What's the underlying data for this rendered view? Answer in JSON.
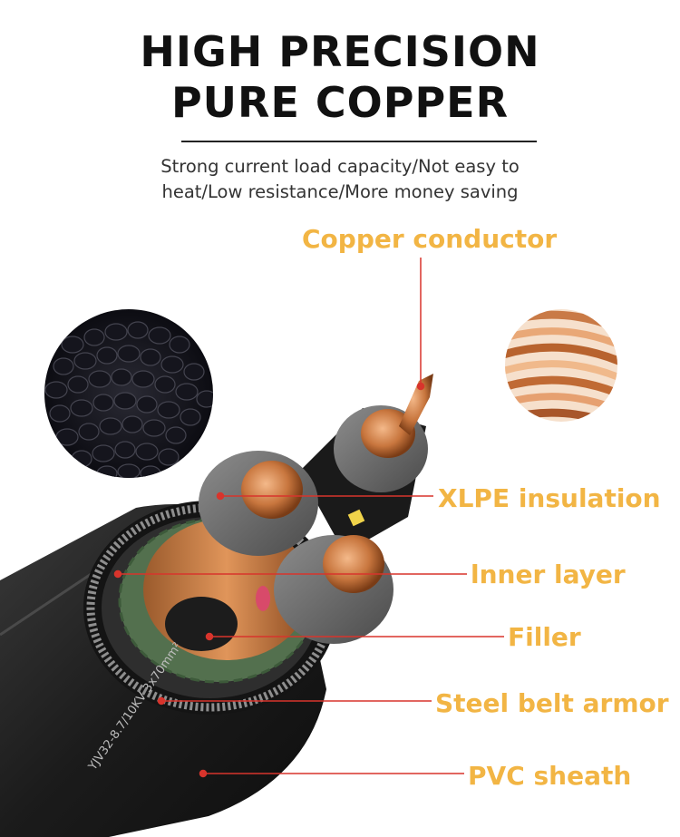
{
  "heading": {
    "line1": "HIGH PRECISION",
    "line2": "PURE COPPER"
  },
  "subtitle": {
    "line1": "Strong current load capacity/Not easy to",
    "line2": "heat/Low resistance/More money saving"
  },
  "cable_print": "YJV32-8.7/10KV  3x70mm²",
  "labels": {
    "copper_conductor": "Copper conductor",
    "xlpe_insulation": "XLPE insulation",
    "inner_layer": "lnner layer",
    "filler": "Filler",
    "steel_belt_armor": "Steel belt armor",
    "pvc_sheath": "PVC sheath"
  },
  "colors": {
    "label": "#f2b544",
    "leader": "#d8342c",
    "heading": "#111111"
  }
}
